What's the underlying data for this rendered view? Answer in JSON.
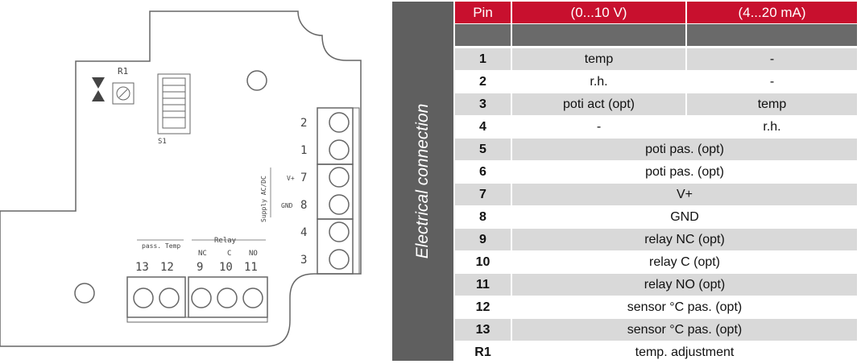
{
  "diagram": {
    "pot_label": "R1",
    "switch_label": "S1",
    "right_terminals": [
      "2",
      "1",
      "7",
      "8",
      "4",
      "3"
    ],
    "supply_label": "Supply AC/DC",
    "vplus_label": "V+",
    "gnd_label": "GND",
    "temp_label": "pass. Temp",
    "relay_label": "Relay",
    "nc_label": "NC",
    "c_label": "C",
    "no_label": "NO",
    "bottom_terminals": [
      "13",
      "12",
      "9",
      "10",
      "11"
    ]
  },
  "table": {
    "side_label": "Electrical connection",
    "headers": [
      "Pin",
      "(0...10 V)",
      "(4...20 mA)"
    ],
    "rows": [
      {
        "pin": "1",
        "v": "temp",
        "ma": "-"
      },
      {
        "pin": "2",
        "v": "r.h.",
        "ma": "-"
      },
      {
        "pin": "3",
        "v": "poti act (opt)",
        "ma": "temp"
      },
      {
        "pin": "4",
        "v": "-",
        "ma": "r.h."
      },
      {
        "pin": "5",
        "both": "poti pas. (opt)"
      },
      {
        "pin": "6",
        "both": "poti pas. (opt)"
      },
      {
        "pin": "7",
        "both": "V+"
      },
      {
        "pin": "8",
        "both": "GND"
      },
      {
        "pin": "9",
        "both": "relay NC (opt)"
      },
      {
        "pin": "10",
        "both": "relay C (opt)"
      },
      {
        "pin": "11",
        "both": "relay NO (opt)"
      },
      {
        "pin": "12",
        "both": "sensor °C pas. (opt)"
      },
      {
        "pin": "13",
        "both": "sensor °C pas. (opt)"
      },
      {
        "pin": "R1",
        "both": "temp. adjustment"
      }
    ]
  },
  "colors": {
    "header_red": "#c8102e",
    "band_grey": "#5f5f5f",
    "row_grey": "#d9d9d9"
  }
}
